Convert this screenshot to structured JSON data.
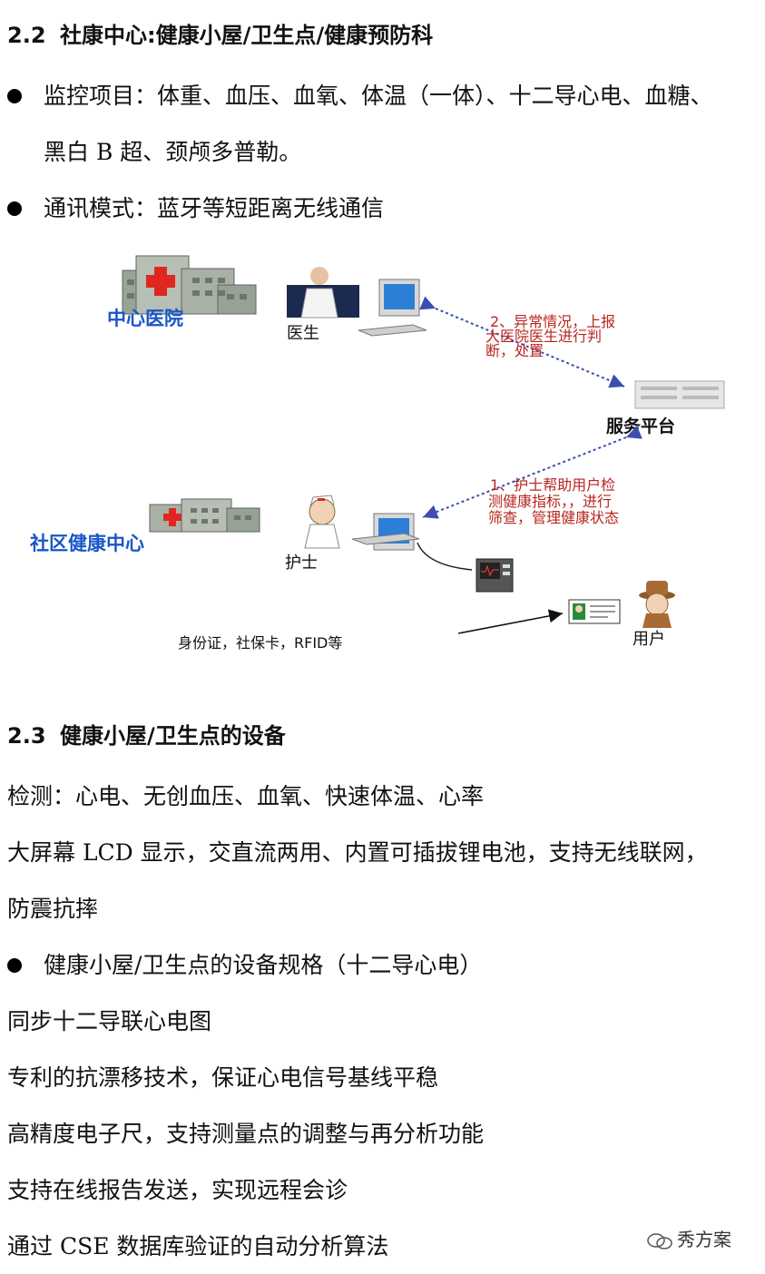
{
  "section_2_2": {
    "number": "2.2",
    "title": "社康中心:健康小屋/卫生点/健康预防科",
    "bullets": [
      {
        "line1": "监控项目：体重、血压、血氧、体温（一体）、十二导心电、血糖、",
        "line2": "黑白 B 超、颈颅多普勒。"
      },
      {
        "line1": "通讯模式：蓝牙等短距离无线通信"
      }
    ]
  },
  "diagram": {
    "central_hospital": "中心医院",
    "doctor": "医生",
    "report_note": [
      "2、异常情况，上报",
      "大医院医生进行判",
      "断，处置"
    ],
    "service_platform": "服务平台",
    "assist_note": [
      "1、护士帮助用户检",
      "测健康指标，，进行",
      "筛查，管理健康状态"
    ],
    "community_center": "社区健康中心",
    "nurse": "护士",
    "id_cards": "身份证，社保卡，RFID等",
    "user": "用户"
  },
  "section_2_3": {
    "number": "2.3",
    "title": "健康小屋/卫生点的设备",
    "lines": [
      "检测：心电、无创血压、血氧、快速体温、心率",
      "大屏幕 LCD 显示，交直流两用、内置可插拔锂电池，支持无线联网，",
      "防震抗摔"
    ],
    "bullet": "健康小屋/卫生点的设备规格（十二导心电）",
    "specs": [
      "同步十二导联心电图",
      "专利的抗漂移技术，保证心电信号基线平稳",
      "高精度电子尺，支持测量点的调整与再分析功能",
      "支持在线报告发送，实现远程会诊",
      "通过 CSE 数据库验证的自动分析算法"
    ]
  },
  "watermark": "秀方案",
  "colors": {
    "blue_label": "#1a56c8",
    "red_note": "#b8251f",
    "arrow": "#3a4fb0"
  }
}
